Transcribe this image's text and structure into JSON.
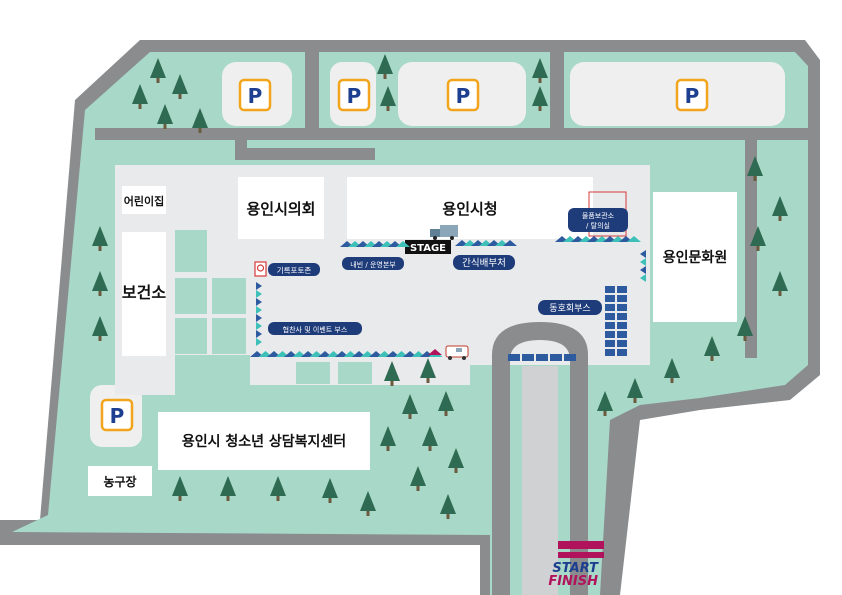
{
  "colors": {
    "road": "#8a8c8e",
    "grass": "#a7d8c8",
    "plaza": "#e8eaeb",
    "pill": "#1f3c7a",
    "parking_border": "#f2a51c",
    "parking_letter": "#1d3f8f",
    "start_bar": "#b0135b"
  },
  "parking_symbol": "P",
  "buildings": {
    "daycare": "어린이집",
    "health_center": "보건소",
    "council": "용인시의회",
    "city_hall": "용인시청",
    "culture_center": "용인문화원",
    "youth_center": "용인시 청소년 상담복지센터",
    "basketball": "농구장"
  },
  "labels": {
    "stage": "STAGE",
    "record_photo": "기록포토존",
    "hq": "내빈 / 운영본부",
    "snack": "간식배부처",
    "storage": "물품보관소\n/ 탈의실",
    "club": "동호회부스",
    "sponsor": "협찬사 및 이벤트 부스"
  },
  "start_finish": {
    "start": "START",
    "finish": "FINISH"
  },
  "icons": [
    "parking-icon",
    "tree-icon",
    "tent-icon",
    "truck-icon",
    "ambulance-icon",
    "photo-pin-icon"
  ]
}
